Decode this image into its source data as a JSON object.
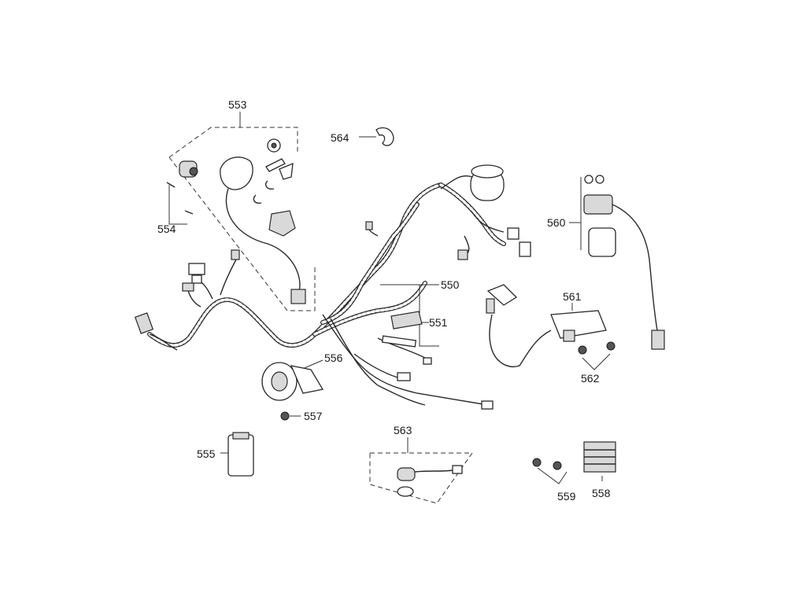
{
  "callouts": {
    "c550": "550",
    "c551": "551",
    "c553": "553",
    "c554": "554",
    "c555": "555",
    "c556": "556",
    "c557": "557",
    "c558": "558",
    "c559": "559",
    "c560": "560",
    "c561": "561",
    "c562": "562",
    "c563": "563",
    "c564": "564"
  }
}
